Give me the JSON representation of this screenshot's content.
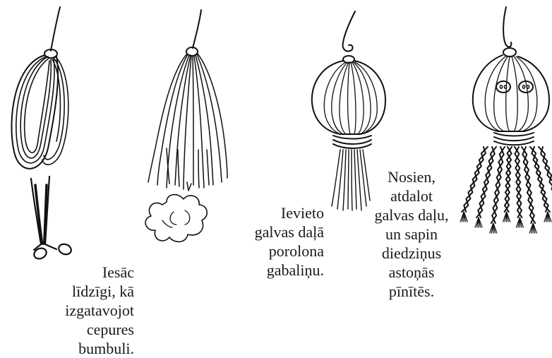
{
  "steps": [
    {
      "id": "step1",
      "caption_lines": [
        "Iesāc",
        "līdzīgi, kā",
        "izgatavojot",
        "cepures",
        "bumbuli."
      ]
    },
    {
      "id": "step3",
      "caption_lines": [
        "Ievieto",
        "galvas daļā",
        "porolona",
        "gabaliņu."
      ]
    },
    {
      "id": "step4",
      "caption_lines": [
        "Nosien,",
        "atdalot",
        "galvas daļu,",
        "un sapin",
        "diedziņus",
        "astoņās",
        "pīnītēs."
      ]
    }
  ],
  "colors": {
    "ink": "#111111",
    "paper": "#ffffff"
  },
  "icons": [
    "yarn-loop-icon",
    "scissors-icon",
    "cut-yarn-tassel-icon",
    "foam-piece-icon",
    "yarn-doll-head-icon",
    "yarn-doll-braided-icon"
  ]
}
